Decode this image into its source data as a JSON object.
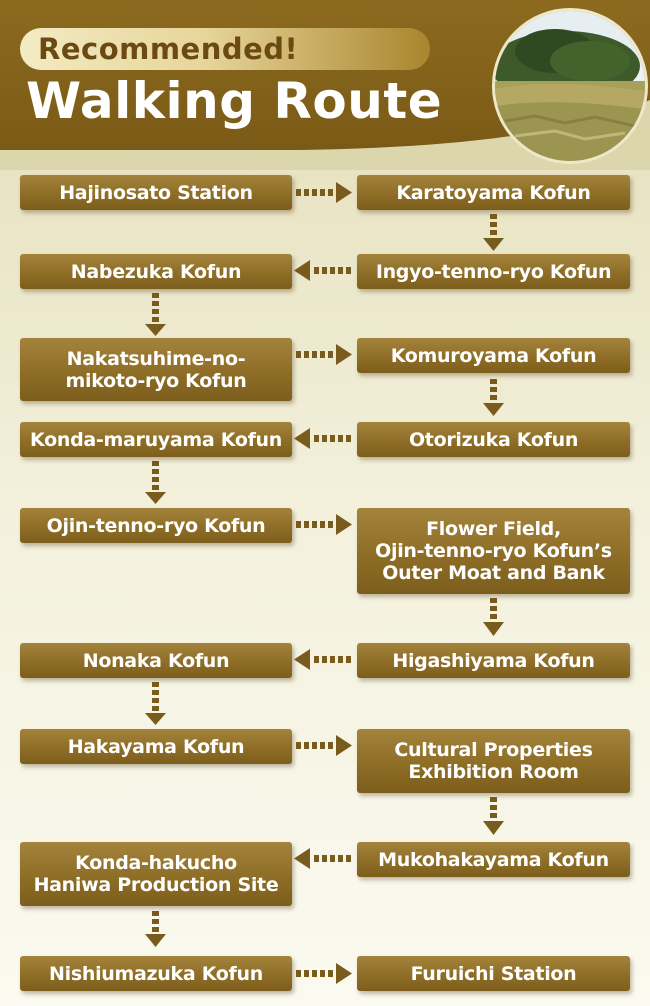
{
  "header": {
    "tag": "Recommended!",
    "title": "Walking Route"
  },
  "nodes": {
    "hajinosato": "Hajinosato Station",
    "karatoyama": "Karatoyama Kofun",
    "nabezuka": "Nabezuka Kofun",
    "ingyo": "Ingyo-tenno-ryo Kofun",
    "nakatsuhime_1": "Nakatsuhime-no-",
    "nakatsuhime_2": "mikoto-ryo Kofun",
    "komuroyama": "Komuroyama Kofun",
    "konda_maruyama": "Konda-maruyama Kofun",
    "otorizuka": "Otorizuka Kofun",
    "ojin": "Ojin-tenno-ryo Kofun",
    "flower_1": "Flower Field,",
    "flower_2": "Ojin-tenno-ryo Kofun’s",
    "flower_3": "Outer Moat and Bank",
    "nonaka": "Nonaka Kofun",
    "higashiyama": "Higashiyama Kofun",
    "hakayama": "Hakayama Kofun",
    "cultural_1": "Cultural Properties",
    "cultural_2": "Exhibition Room",
    "konda_hakucho_1": "Konda-hakucho",
    "konda_hakucho_2": "Haniwa Production Site",
    "mukohakayama": "Mukohakayama Kofun",
    "nishiumazuka": "Nishiumazuka Kofun",
    "furuichi": "Furuichi Station"
  },
  "colors": {
    "header": "#8c6a1f",
    "box": "#8e6e26",
    "arrow": "#7a5b1e"
  }
}
